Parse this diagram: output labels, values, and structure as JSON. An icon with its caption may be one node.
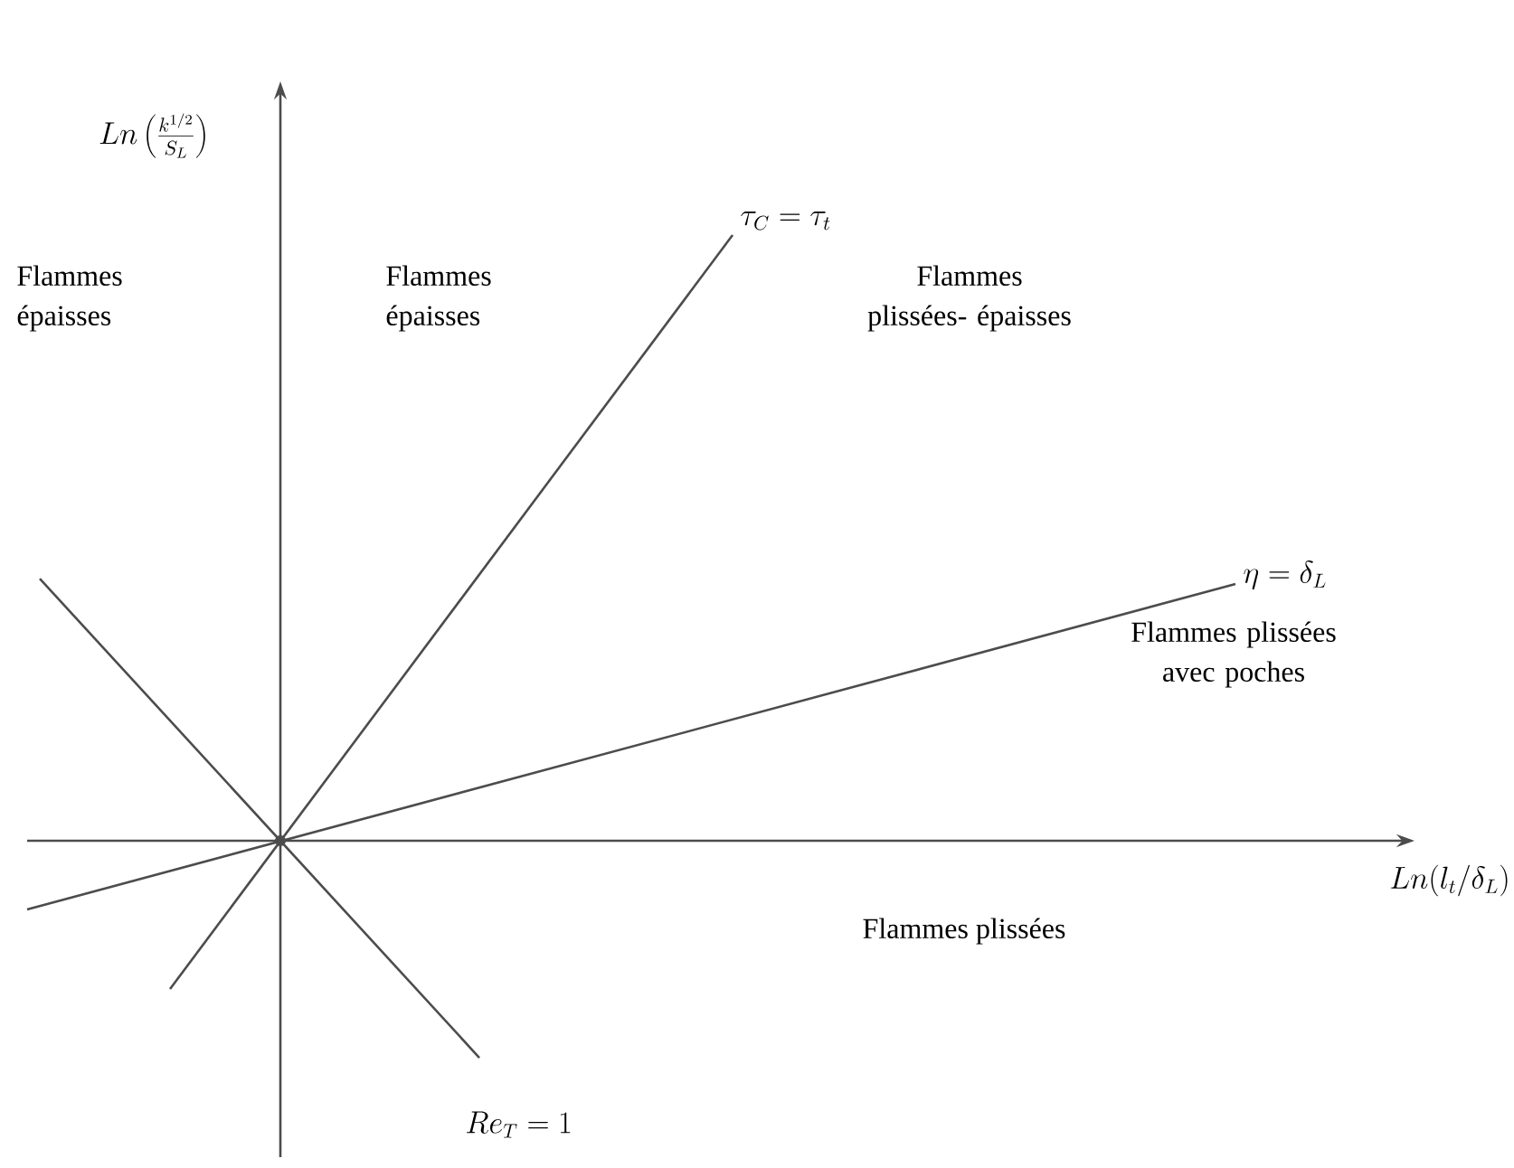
{
  "diagram": {
    "labels": [
      "Ln\\left(\\frac{k^{1/2}}{S_L}\\right)",
      "Flammes épaisses",
      "Flammes épaisses",
      "\\tau_C = \\tau_t",
      "Flammes plissées- épaisses",
      "\\eta = \\delta_L",
      "Flammes plissées avec poches",
      "Ln(l_t/\\delta_L)",
      "Flammes plissées",
      "Re_T = 1"
    ]
  }
}
